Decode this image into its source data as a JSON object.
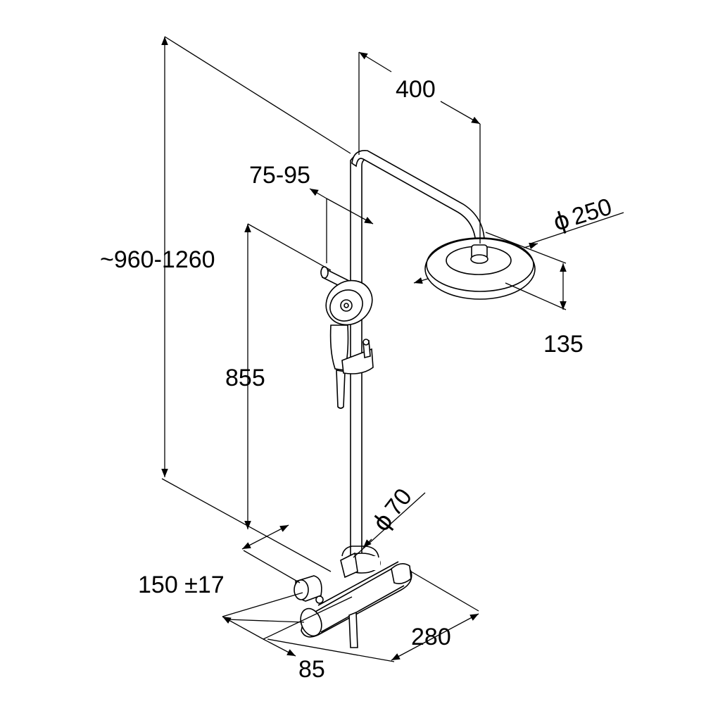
{
  "drawing": {
    "product": "shower system with thermostatic mixer, overhead shower and hand shower",
    "dimensions": {
      "total_height": "~960-1260",
      "arm_length": "400",
      "handshower_offset": "75-95",
      "overhead_diameter_symbol": "ϕ",
      "overhead_diameter": "250",
      "overhead_height": "135",
      "handshower_height": "855",
      "rosette_diameter_symbol": "ϕ",
      "rosette_diameter": "70",
      "center_distance": "150 ±17",
      "wall_distance": "85",
      "mixer_width": "280"
    }
  }
}
